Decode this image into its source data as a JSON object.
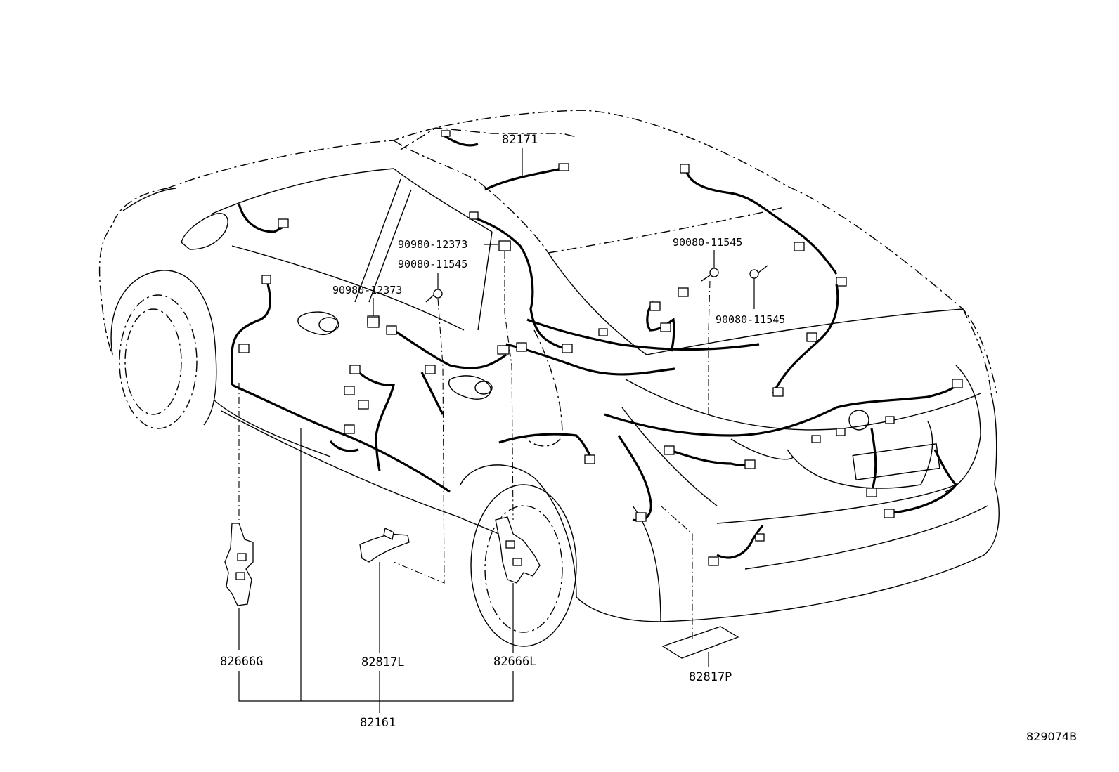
{
  "diagram": {
    "parts": {
      "p82171": "82171",
      "p90980_a": "90980-12373",
      "p90080_a": "90080-11545",
      "p90980_b": "90980-12373",
      "p90080_b": "90080-11545",
      "p90080_c": "90080-11545",
      "p82666G": "82666G",
      "p82817L": "82817L",
      "p82666L": "82666L",
      "p82817P": "82817P",
      "p82161": "82161"
    },
    "reference_code": "829074B"
  }
}
